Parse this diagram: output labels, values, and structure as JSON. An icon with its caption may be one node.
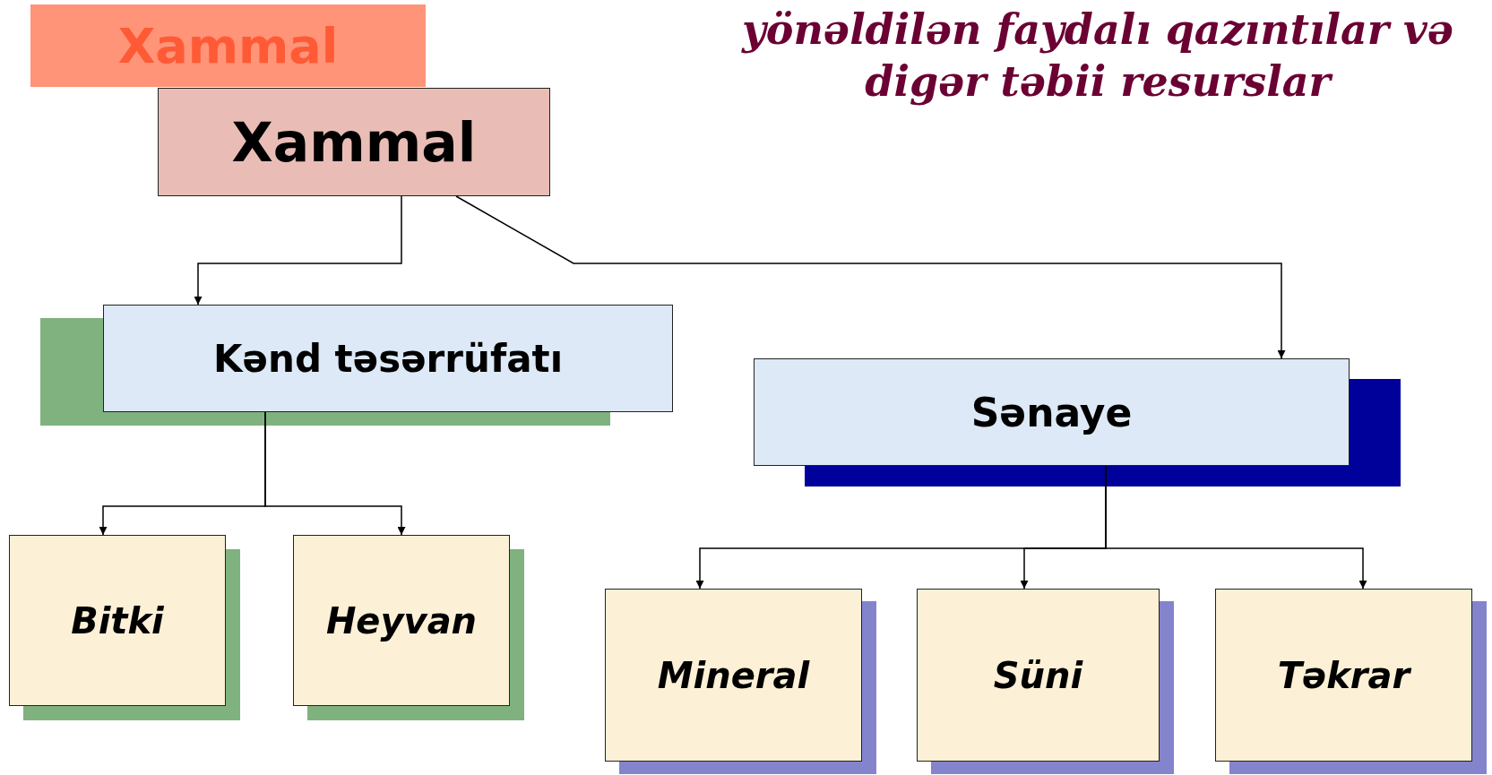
{
  "diagram": {
    "title": "yönəldilən faydalı qazıntılar və digər təbii resurslar",
    "nodes": [
      {
        "text": [
          "Xammal"
        ]
      },
      {
        "text": [
          "Xammal"
        ]
      },
      {
        "text": [
          "Kənd təsərrüfatı"
        ]
      },
      {
        "text": [
          "Sənaye"
        ]
      },
      {
        "text": [
          "Bitki"
        ]
      },
      {
        "text": [
          "Heyvan"
        ]
      },
      {
        "text": [
          "Mineral"
        ]
      },
      {
        "text": [
          "Süni"
        ]
      },
      {
        "text": [
          "Təkrar"
        ]
      }
    ],
    "edges": [
      {
        "from": 1,
        "to": 2,
        "arrow": "to"
      },
      {
        "from": 1,
        "to": 3,
        "arrow": "to"
      },
      {
        "from": 2,
        "to": 4,
        "arrow": "to"
      },
      {
        "from": 2,
        "to": 5,
        "arrow": "to"
      },
      {
        "from": 3,
        "to": 6,
        "arrow": "to"
      },
      {
        "from": 3,
        "to": 7,
        "arrow": "to"
      },
      {
        "from": 3,
        "to": 8,
        "arrow": "to"
      }
    ]
  }
}
